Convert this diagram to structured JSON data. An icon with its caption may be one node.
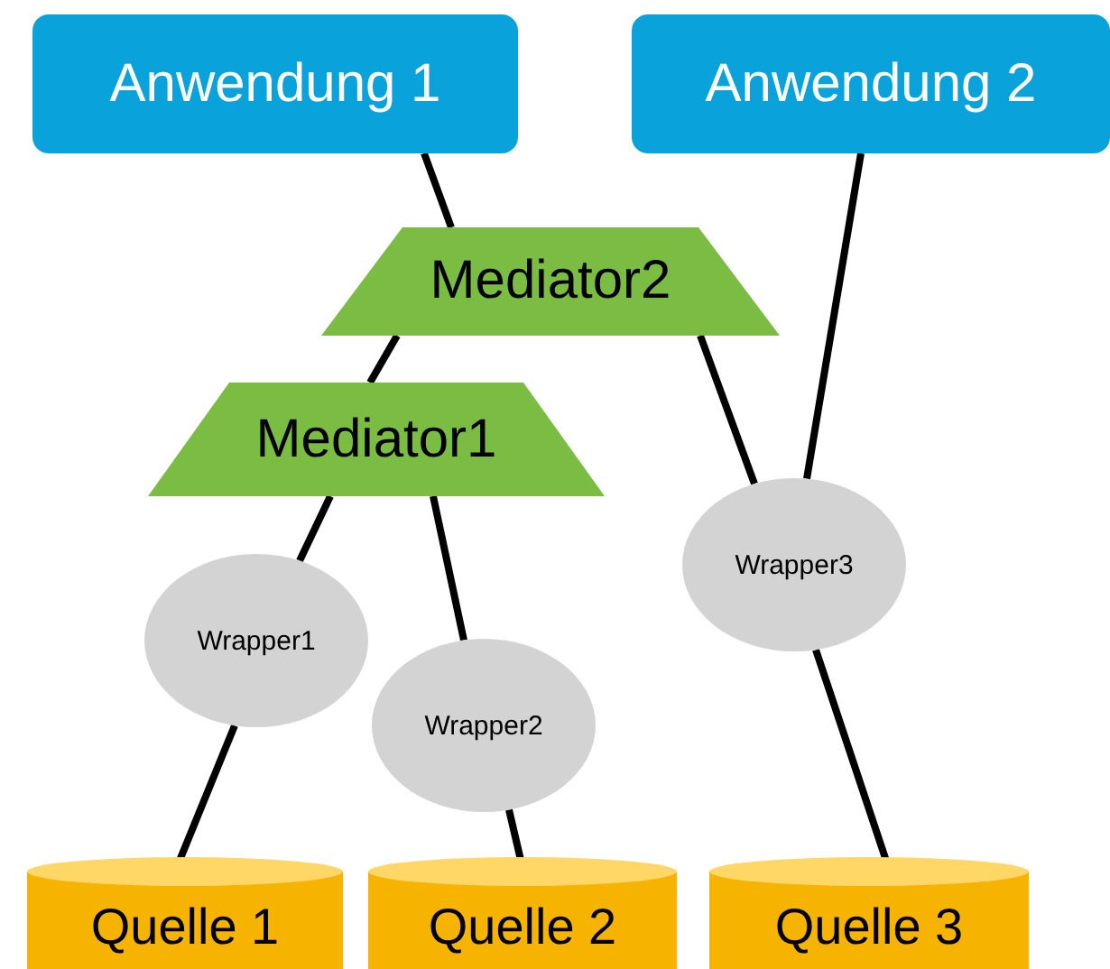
{
  "diagram": {
    "nodes": [
      {
        "text": [
          "Anwendung 1"
        ]
      },
      {
        "text": [
          "Anwendung 2"
        ]
      },
      {
        "text": [
          "Mediator2"
        ]
      },
      {
        "text": [
          "Mediator1"
        ]
      },
      {
        "text": [
          "Wrapper3"
        ]
      },
      {
        "text": [
          "Wrapper1"
        ]
      },
      {
        "text": [
          "Wrapper2"
        ]
      },
      {
        "text": [
          "Quelle 1"
        ]
      },
      {
        "text": [
          "Quelle 2"
        ]
      },
      {
        "text": [
          "Quelle 3"
        ]
      }
    ],
    "edges": [
      {
        "from": 0,
        "to": 2,
        "arrow": "none"
      },
      {
        "from": 1,
        "to": 4,
        "arrow": "none"
      },
      {
        "from": 2,
        "to": 3,
        "arrow": "none"
      },
      {
        "from": 2,
        "to": 4,
        "arrow": "none"
      },
      {
        "from": 3,
        "to": 5,
        "arrow": "none"
      },
      {
        "from": 3,
        "to": 6,
        "arrow": "none"
      },
      {
        "from": 5,
        "to": 7,
        "arrow": "none"
      },
      {
        "from": 6,
        "to": 8,
        "arrow": "none"
      },
      {
        "from": 4,
        "to": 9,
        "arrow": "none"
      }
    ]
  }
}
